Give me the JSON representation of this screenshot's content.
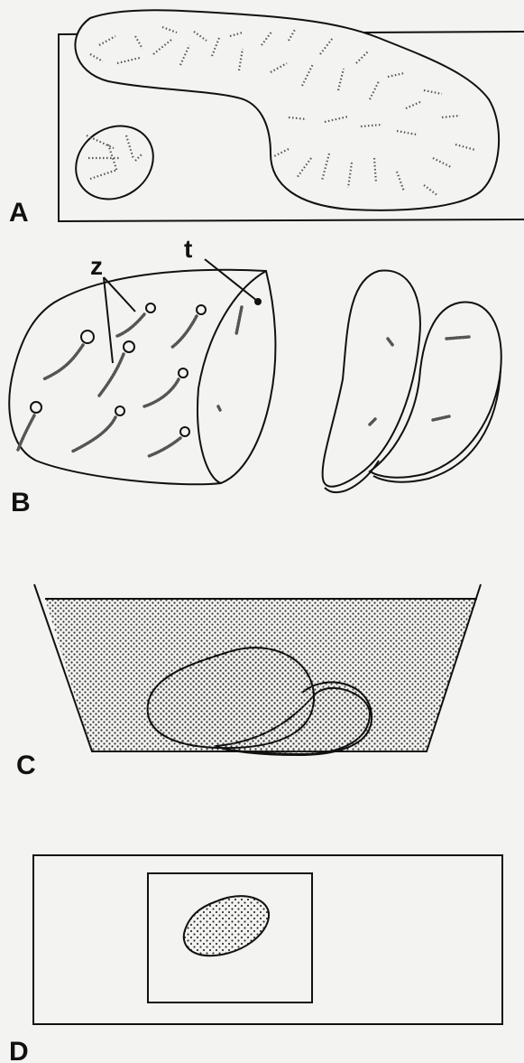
{
  "panels": [
    {
      "label": "A"
    },
    {
      "label": "B"
    },
    {
      "label": "C"
    },
    {
      "label": "D"
    }
  ],
  "callouts": {
    "z": "z",
    "t": "t"
  },
  "colors": {
    "background": "#f3f3f1",
    "ink": "#111111",
    "stipple": "#555555"
  }
}
